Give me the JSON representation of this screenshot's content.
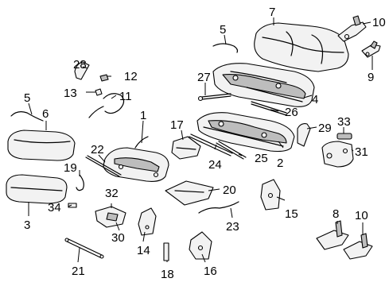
{
  "callouts": {
    "c1": "1",
    "c2": "2",
    "c3": "3",
    "c4": "4",
    "c5a": "5",
    "c5b": "5",
    "c6": "6",
    "c7": "7",
    "c8": "8",
    "c9": "9",
    "c10a": "10",
    "c10b": "10",
    "c11": "11",
    "c12": "12",
    "c13": "13",
    "c14": "14",
    "c15": "15",
    "c16": "16",
    "c17": "17",
    "c18": "18",
    "c19": "19",
    "c20": "20",
    "c21": "21",
    "c22": "22",
    "c23": "23",
    "c24": "24",
    "c25": "25",
    "c26": "26",
    "c27": "27",
    "c28": "28",
    "c29": "29",
    "c30": "30",
    "c31": "31",
    "c32": "32",
    "c33": "33",
    "c34": "34"
  }
}
